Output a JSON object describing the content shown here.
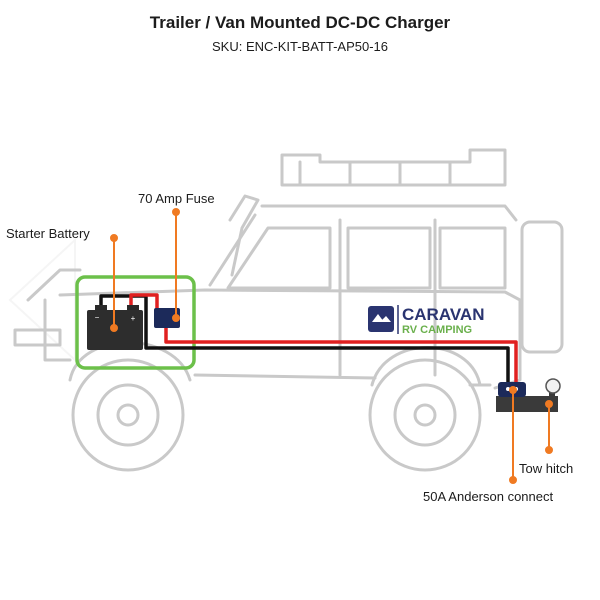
{
  "header": {
    "title": "Trailer / Van Mounted DC-DC Charger",
    "sku": "SKU: ENC-KIT-BATT-AP50-16"
  },
  "labels": {
    "fuse": "70 Amp Fuse",
    "starter_battery": "Starter Battery",
    "tow_hitch": "Tow hitch",
    "anderson": "50A Anderson connect"
  },
  "logo": {
    "line1": "CARAVAN",
    "line2": "RV CAMPING"
  },
  "colors": {
    "positive_wire": "#e02020",
    "negative_wire": "#111111",
    "highlight_box": "#6cc04a",
    "callout": "#f07a22",
    "vehicle_outline": "#c9c9c9",
    "brand_navy": "#2a3470",
    "brand_green": "#6ab04c"
  }
}
